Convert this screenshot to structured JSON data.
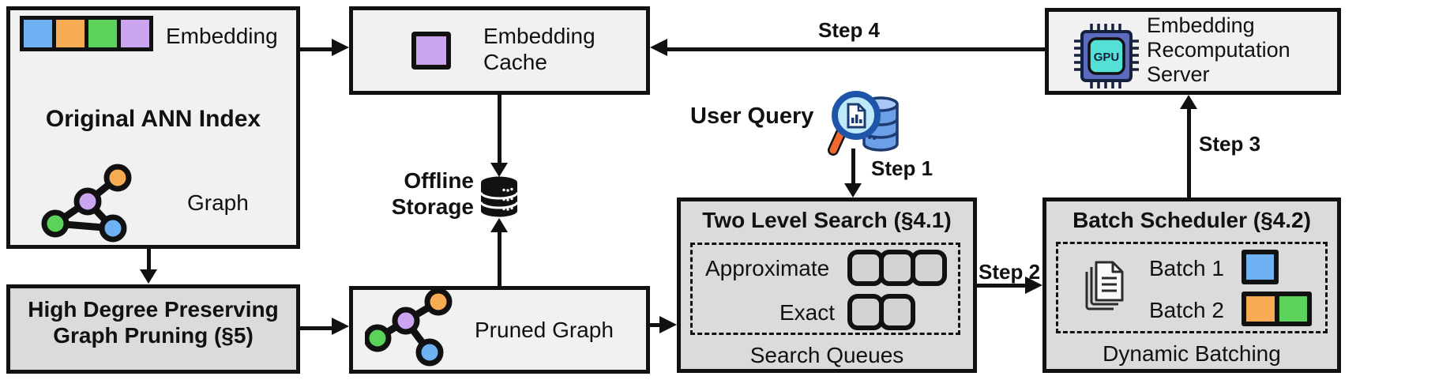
{
  "figure": {
    "ann_index": {
      "title": "Original ANN Index",
      "embedding_label": "Embedding",
      "graph_label": "Graph"
    },
    "embedding_cache": {
      "line1": "Embedding",
      "line2": "Cache"
    },
    "offline_storage": {
      "line1": "Offline",
      "line2": "Storage"
    },
    "recomputation_server": {
      "line1": "Embedding",
      "line2": "Recomputation",
      "line3": "Server",
      "chip_text": "GPU"
    },
    "graph_pruning": {
      "line1": "High Degree Preserving",
      "line2": "Graph Pruning (§5)"
    },
    "pruned_graph": {
      "label": "Pruned Graph"
    },
    "user_query": {
      "label": "User Query"
    },
    "two_level_search": {
      "title": "Two Level Search (§4.1)",
      "row1_label": "Approximate",
      "row2_label": "Exact",
      "caption": "Search Queues"
    },
    "batch_scheduler": {
      "title": "Batch Scheduler (§4.2)",
      "batch1_label": "Batch 1",
      "batch2_label": "Batch 2",
      "caption": "Dynamic Batching"
    },
    "steps": {
      "step1": "Step 1",
      "step2": "Step 2",
      "step3": "Step 3",
      "step4": "Step 4"
    },
    "colors": {
      "node_blue": "#6EB2F3",
      "node_orange": "#F7AC54",
      "node_green": "#5BD35B",
      "node_purple": "#CBA5EF",
      "box_light": "#F1F1F1",
      "box_dark": "#DBDBDB",
      "slot_gray": "#D2D2D2",
      "gpu_body": "#5A6BC0",
      "gpu_core": "#55E0D6",
      "query_db_blue": "#6D9EE8",
      "query_lens": "#BEE9F8",
      "handle_orange": "#F2692F",
      "outline": "#111111"
    }
  }
}
